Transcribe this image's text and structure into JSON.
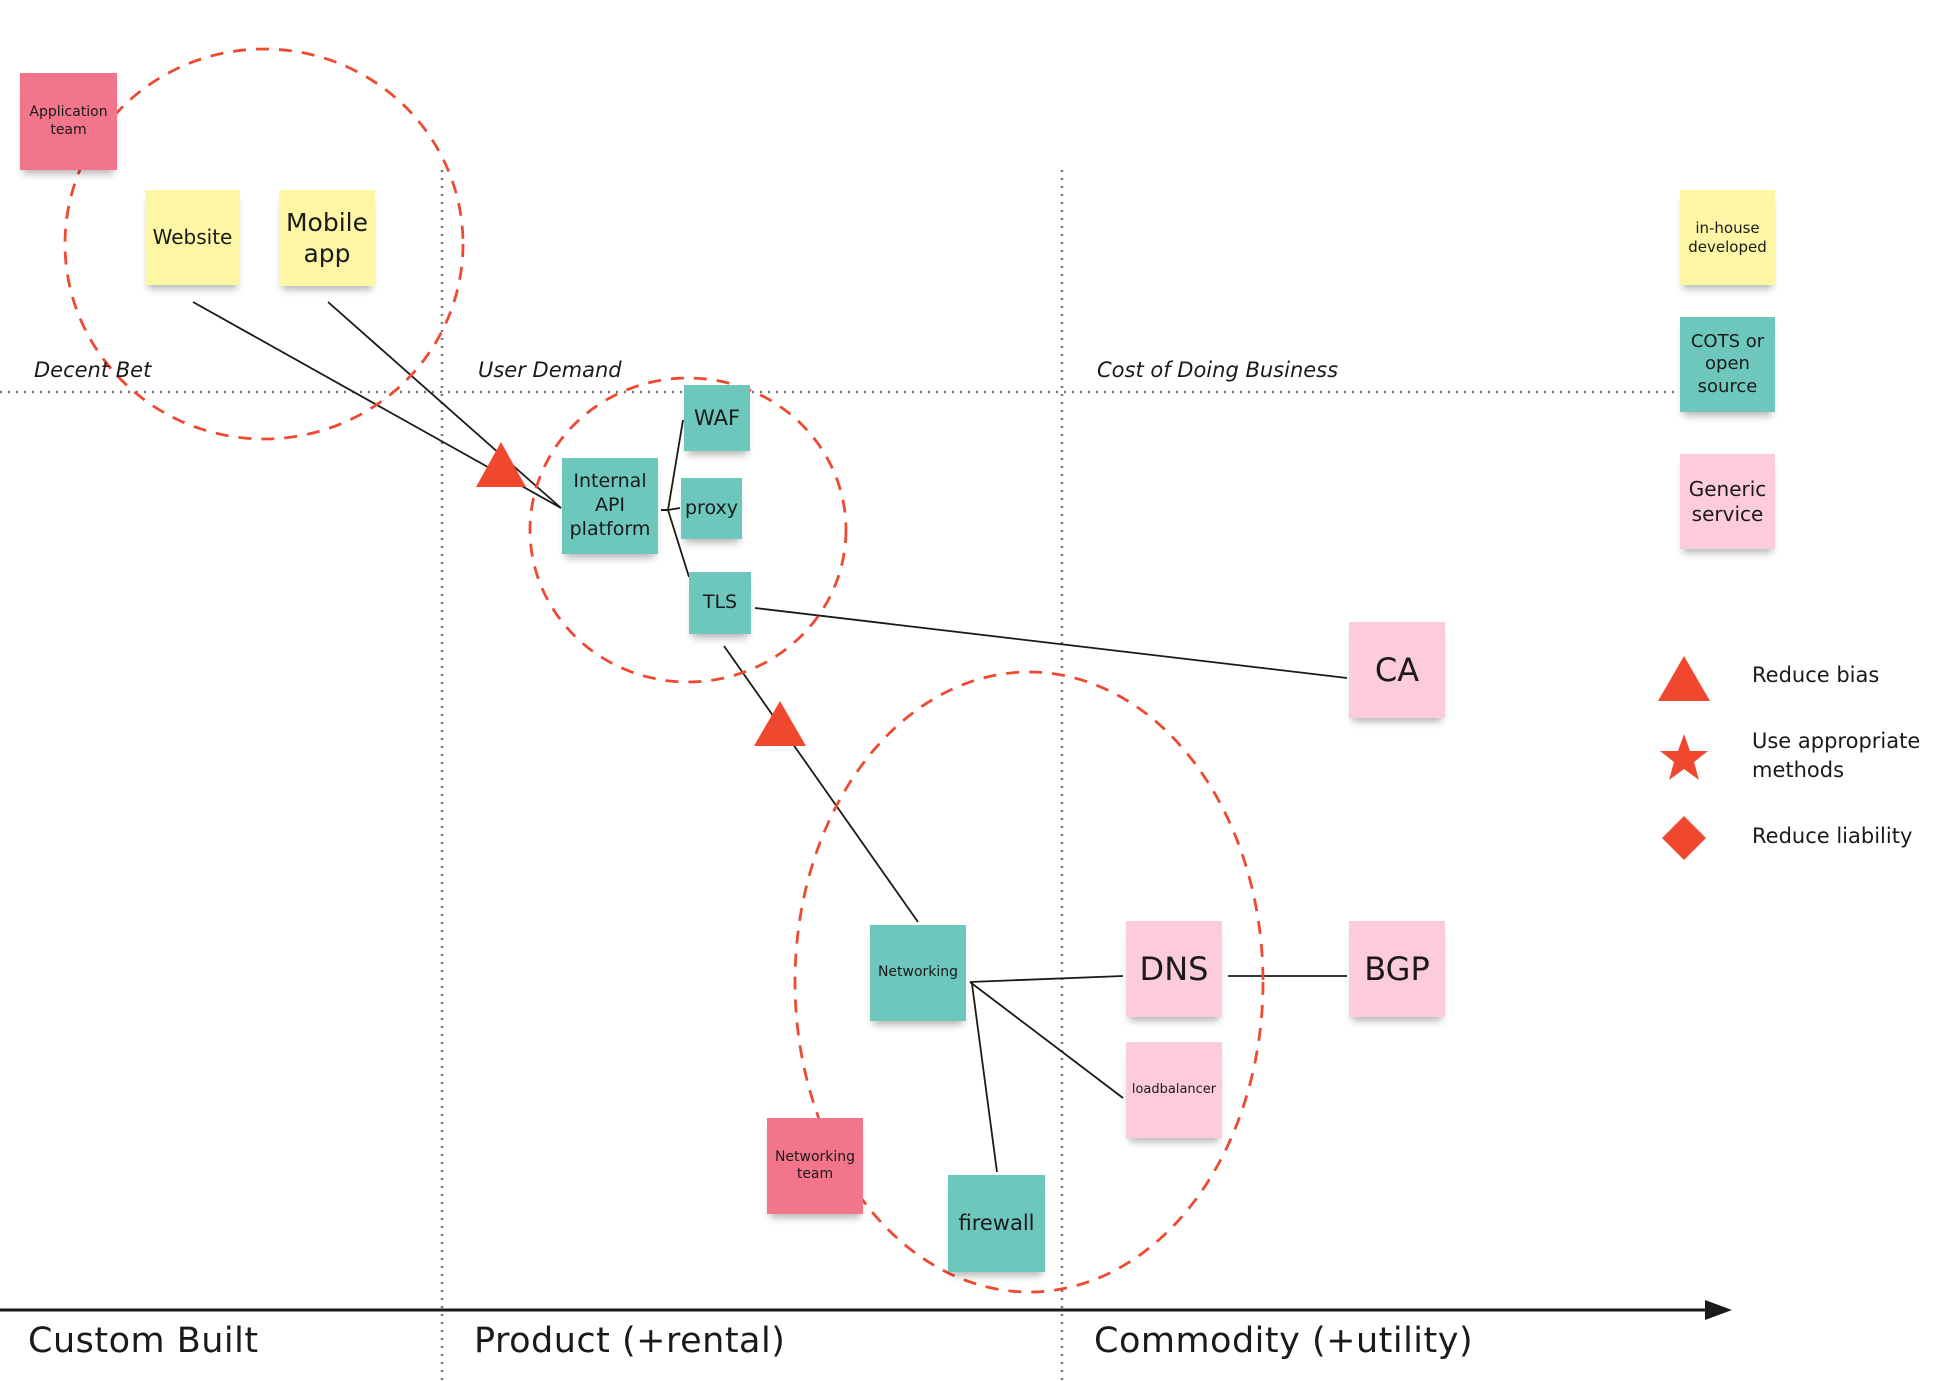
{
  "regions": {
    "decent_bet": "Decent Bet",
    "user_demand": "User Demand",
    "cost_of_doing_business": "Cost of Doing Business"
  },
  "axis": {
    "stage_custom": "Custom Built",
    "stage_product": "Product (+rental)",
    "stage_commodity": "Commodity (+utility)"
  },
  "notes": {
    "application_team": "Application team",
    "website": "Website",
    "mobile_app": "Mobile app",
    "internal_api": "Internal API platform",
    "waf": "WAF",
    "proxy": "proxy",
    "tls": "TLS",
    "ca": "CA",
    "networking": "Networking",
    "dns": "DNS",
    "bgp": "BGP",
    "loadbalancer": "loadbalancer",
    "firewall": "firewall",
    "networking_team": "Networking team"
  },
  "legend": {
    "in_house": "in-house developed",
    "cots": "COTS or open source",
    "generic": "Generic service",
    "reduce_bias": "Reduce bias",
    "use_methods": "Use appropriate methods",
    "reduce_liability": "Reduce liability"
  },
  "colors": {
    "in_house": "#fdf6a4",
    "cots": "#6dc7bd",
    "generic": "#fccbdc",
    "team": "#f3758c",
    "marker": "#f0482f"
  }
}
